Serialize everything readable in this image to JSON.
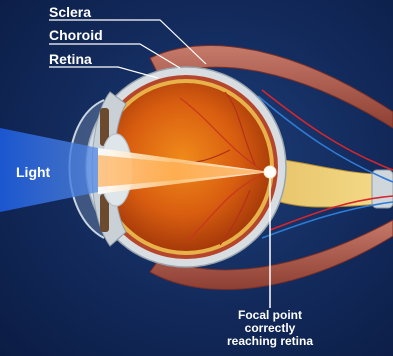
{
  "labels": {
    "light": "Light",
    "sclera": "Sclera",
    "choroid": "Choroid",
    "retina": "Retina",
    "focal_point": [
      "Focal point",
      "correctly",
      "reaching retina"
    ]
  },
  "colors": {
    "background": "#12295a",
    "light_beam": "#1f5fd6",
    "sclera": "#d8dde2",
    "choroid": "#b5462b",
    "retina": "#e8b24a",
    "eye_interior": "#e36a12",
    "focus_beam": "#ffffff",
    "artery": "#d6262b",
    "vein": "#2f7bd4",
    "optic_nerve": "#f2c24c"
  }
}
